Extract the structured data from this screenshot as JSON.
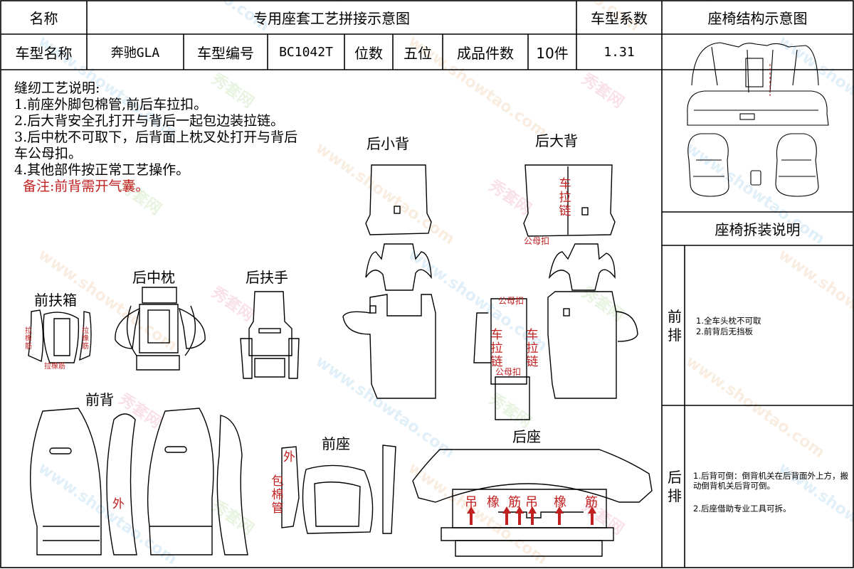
{
  "header": {
    "col_name": "名称",
    "title": "专用座套工艺拼接示意图",
    "coef_label": "车型系数",
    "structure_title": "座椅结构示意图"
  },
  "info": {
    "model_name_label": "车型名称",
    "model_name": "奔驰GLA",
    "model_no_label": "车型编号",
    "model_no": "BC1042T",
    "seats_label": "位数",
    "seats": "五位",
    "pieces_label": "成品件数",
    "pieces": "10件",
    "coef": "1.31"
  },
  "notes": {
    "title": "缝纫工艺说明:",
    "items": [
      "1.前座外脚包棉管,前后车拉扣。",
      "2.后大背安全孔打开与背后一起包边装拉链。",
      "3.后中枕不可取下，后背面上枕叉处打开与背后",
      "车公母扣。",
      "4.其他部件按正常工艺操作。"
    ],
    "remark": "备注:前背需开气囊。"
  },
  "parts": {
    "rear_small_back": "后小背",
    "rear_big_back": "后大背",
    "rear_center_pillow": "后中枕",
    "rear_armrest": "后扶手",
    "front_armbox": "前扶箱",
    "front_back": "前背",
    "front_seat": "前座",
    "rear_seat": "后座"
  },
  "annotations": {
    "zipper_v": "车拉链",
    "snap": "公母扣",
    "rubber_band_v": "拉橡筋",
    "rubber_band": "拉橡筋",
    "outer": "外",
    "wrap_cotton_v": "包棉管",
    "hang": "吊",
    "rubber": "橡",
    "rib": "筋"
  },
  "disassembly": {
    "title": "座椅拆装说明",
    "front_label": "前排",
    "front_items": [
      "1.全车头枕不可取",
      "2.前背后无挡板"
    ],
    "rear_label": "后排",
    "rear_items": [
      "1.后背可倒：倒背机关在后背面外上方，搬动倒背机关后背可倒。",
      "2.后座借助专业工具可拆。"
    ]
  },
  "watermark": {
    "brand_cn": "秀套网",
    "url": "www.showtao.com"
  },
  "colors": {
    "annotation_red": "#c02020",
    "line": "#000000"
  }
}
